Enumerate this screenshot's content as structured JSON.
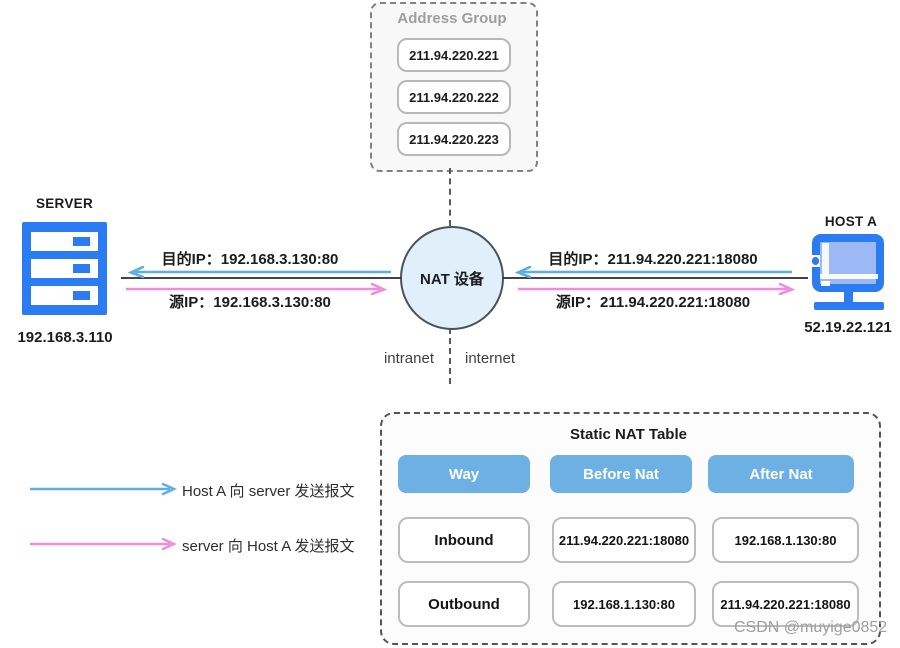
{
  "address_group": {
    "title": "Address Group",
    "ips": [
      "211.94.220.221",
      "211.94.220.222",
      "211.94.220.223"
    ]
  },
  "server": {
    "label": "SERVER",
    "ip": "192.168.3.110"
  },
  "host": {
    "label": "HOST A",
    "ip": "52.19.22.121"
  },
  "nat_device": {
    "label": "NAT 设备"
  },
  "zones": {
    "left": "intranet",
    "right": "internet"
  },
  "links": {
    "left": {
      "dest": "目的IP：192.168.3.130:80",
      "src": "源IP：192.168.3.130:80"
    },
    "right": {
      "dest": "目的IP：211.94.220.221:18080",
      "src": "源IP：211.94.220.221:18080"
    }
  },
  "legend": {
    "blue_label": "Host A 向 server 发送报文",
    "pink_label": "server  向 Host A 发送报文"
  },
  "nat_table": {
    "title": "Static NAT Table",
    "headers": [
      "Way",
      "Before Nat",
      "After Nat"
    ],
    "rows": [
      [
        "Inbound",
        "211.94.220.221:18080",
        "192.168.1.130:80"
      ],
      [
        "Outbound",
        "192.168.1.130:80",
        "211.94.220.221:18080"
      ]
    ]
  },
  "watermark": "CSDN @muyige0852",
  "colors": {
    "arrow_blue": "#5FAEE3",
    "arrow_pink": "#F08CDC",
    "header_blue": "#6CB0E4",
    "icon_blue": "#2B7BF3",
    "line_dark": "#3F444A"
  }
}
